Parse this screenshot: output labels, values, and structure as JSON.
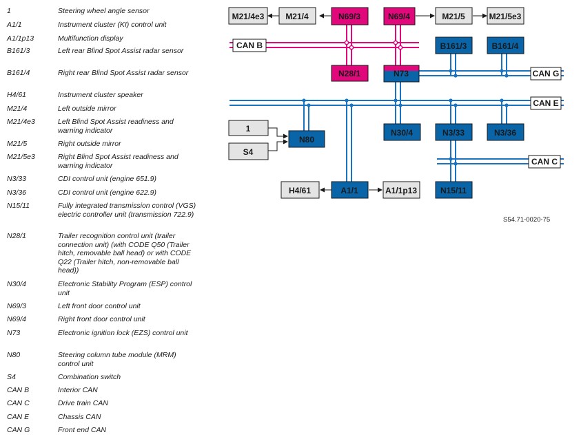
{
  "legend": [
    {
      "code": "1",
      "desc": "Steering wheel angle sensor"
    },
    {
      "code": "A1/1",
      "desc": "Instrument cluster (KI) control unit"
    },
    {
      "code": "A1/1p13",
      "desc": "Multifunction display"
    },
    {
      "code": "B161/3",
      "desc": "Left rear Blind Spot Assist radar sensor"
    },
    {
      "code": "B161/4",
      "desc": "Right rear Blind Spot Assist radar sensor"
    },
    {
      "code": "H4/61",
      "desc": "Instrument cluster speaker"
    },
    {
      "code": "M21/4",
      "desc": "Left outside mirror"
    },
    {
      "code": "M21/4e3",
      "desc": "Left Blind Spot Assist readiness and warning indicator"
    },
    {
      "code": "M21/5",
      "desc": "Right outside mirror"
    },
    {
      "code": "M21/5e3",
      "desc": "Right Blind Spot Assist readiness and warning indicator"
    },
    {
      "code": "N3/33",
      "desc": "CDI control unit (engine 651.9)"
    },
    {
      "code": "N3/36",
      "desc": "CDI control unit (engine 622.9)"
    },
    {
      "code": "N15/11",
      "desc": "Fully integrated transmission control (VGS) electric controller unit (transmission 722.9)"
    },
    {
      "code": "N28/1",
      "desc": "Trailer recognition control unit (trailer connection unit) (with CODE Q50 (Trailer hitch, removable ball head) or with CODE Q22 (Trailer hitch, non-removable ball head))"
    },
    {
      "code": "N30/4",
      "desc": "Electronic Stability Program (ESP) control unit"
    },
    {
      "code": "N69/3",
      "desc": "Left front door control unit"
    },
    {
      "code": "N69/4",
      "desc": "Right front door control unit"
    },
    {
      "code": "N73",
      "desc": "Electronic ignition lock (EZS) control unit"
    },
    {
      "code": "N80",
      "desc": "Steering column tube module (MRM) control unit"
    },
    {
      "code": "S4",
      "desc": "Combination switch"
    },
    {
      "code": "CAN B",
      "desc": "Interior CAN"
    },
    {
      "code": "CAN C",
      "desc": "Drive train CAN"
    },
    {
      "code": "CAN E",
      "desc": "Chassis CAN"
    },
    {
      "code": "CAN G",
      "desc": "Front end CAN"
    }
  ],
  "diagram": {
    "colors": {
      "control_unit": "#0a64a8",
      "door_unit": "#e0087a",
      "component": "#e4e4e4",
      "bus_blue": "#1a73c0",
      "bus_magenta": "#e0087a"
    },
    "buses": {
      "can_b": "CAN B",
      "can_g": "CAN G",
      "can_e": "CAN E",
      "can_c": "CAN C"
    },
    "units": {
      "m21_4e3": "M21/4e3",
      "m21_4": "M21/4",
      "n69_3": "N69/3",
      "n69_4": "N69/4",
      "m21_5": "M21/5",
      "m21_5e3": "M21/5e3",
      "b161_3": "B161/3",
      "b161_4": "B161/4",
      "n28_1": "N28/1",
      "n73": "N73",
      "n30_4": "N30/4",
      "n3_33": "N3/33",
      "n3_36": "N3/36",
      "sensor_1": "1",
      "s4": "S4",
      "n80": "N80",
      "h4_61": "H4/61",
      "a1_1": "A1/1",
      "a1_1p13": "A1/1p13",
      "n15_11": "N15/11"
    }
  },
  "reference": "S54.71-0020-75"
}
